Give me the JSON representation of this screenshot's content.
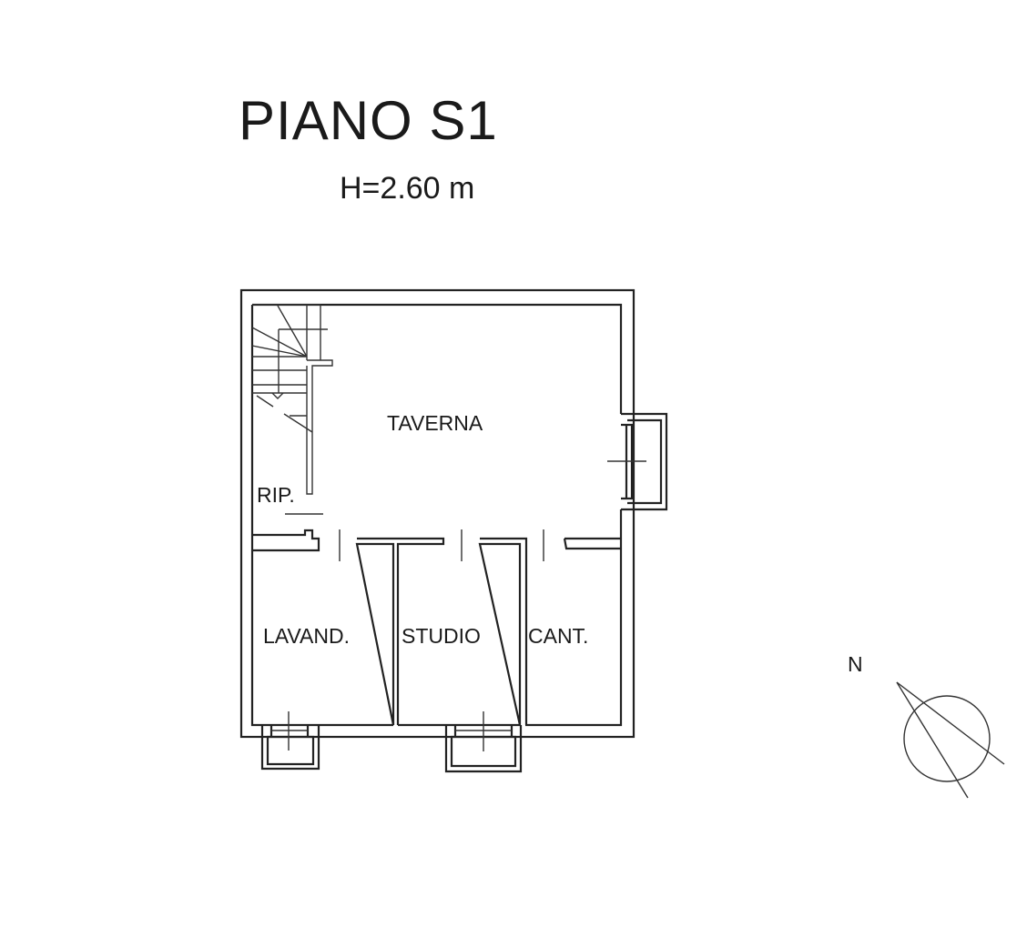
{
  "plan": {
    "title": "PIANO S1",
    "height": "H=2.60 m",
    "rooms": {
      "taverna": "TAVERNA",
      "rip": "RIP.",
      "lavand": "LAVAND.",
      "studio": "STUDIO",
      "cant": "CANT."
    },
    "north_label": "N"
  }
}
